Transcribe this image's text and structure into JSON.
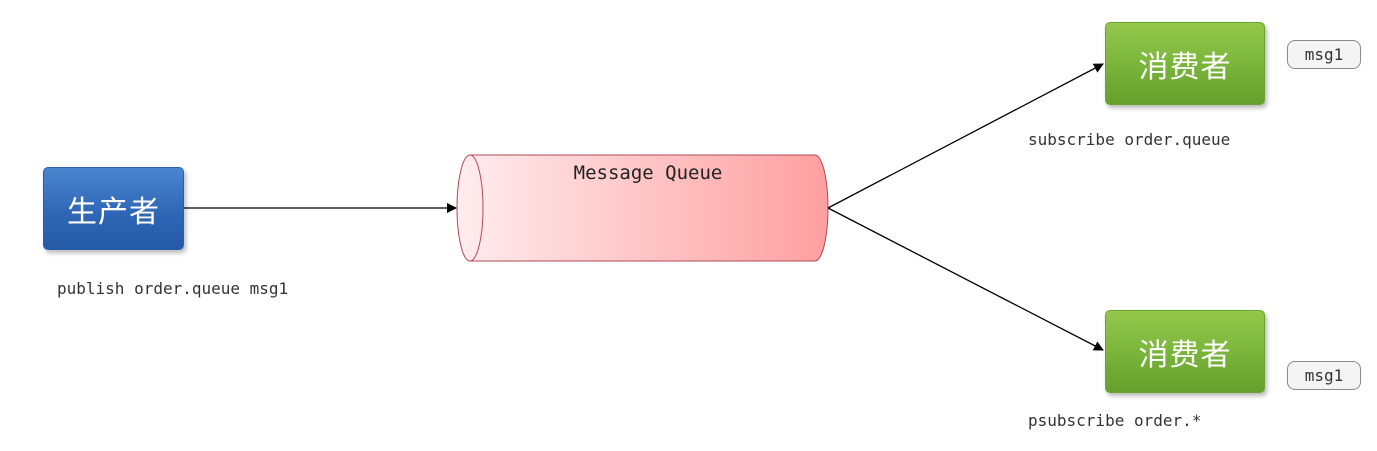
{
  "producer": {
    "label": "生产者",
    "command": "publish order.queue msg1"
  },
  "queue": {
    "label": "Message Queue"
  },
  "consumers": [
    {
      "label": "消费者",
      "command": "subscribe order.queue",
      "message": "msg1"
    },
    {
      "label": "消费者",
      "command": "psubscribe order.*",
      "message": "msg1"
    }
  ],
  "colors": {
    "producer": "#2f67b6",
    "consumer": "#78b43a",
    "queue_light": "#ffe8ea",
    "queue_dark": "#ff9e9e",
    "queue_stroke": "#b04a55",
    "arrow": "#000000"
  }
}
